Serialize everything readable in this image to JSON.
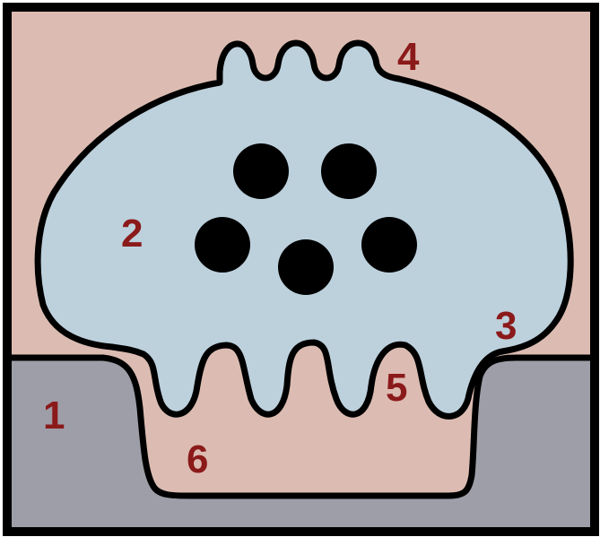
{
  "colors": {
    "background": "#dcbcb2",
    "substrate": "#9e9ea8",
    "body": "#bdd1dd",
    "outline": "#000000",
    "label": "#8b1a1a"
  },
  "labels": [
    "1",
    "2",
    "3",
    "4",
    "5",
    "6"
  ]
}
